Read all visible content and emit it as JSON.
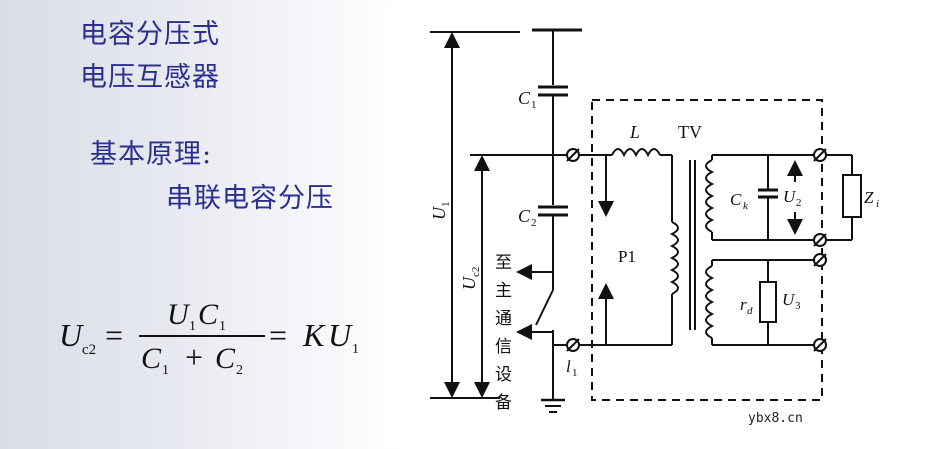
{
  "slide": {
    "title_line1": "电容分压式",
    "title_line2": "电压互感器",
    "principle_label": "基本原理:",
    "principle_text": "串联电容分压"
  },
  "formula": {
    "lhs_main": "U",
    "lhs_sub": "c2",
    "num_u": "U",
    "num_u_sub": "1",
    "num_c": "C",
    "num_c_sub": "1",
    "den_c1": "C",
    "den_c1_sub": "1",
    "den_plus": "+",
    "den_c2": "C",
    "den_c2_sub": "2",
    "rhs_k": "K",
    "rhs_u": "U",
    "rhs_u_sub": "1",
    "equals": "="
  },
  "circuit": {
    "label_c1": "C",
    "label_c1_sub": "1",
    "label_c2": "C",
    "label_c2_sub": "2",
    "label_L": "L",
    "label_TV": "TV",
    "label_P1": "P1",
    "label_ck": "C",
    "label_ck_sub": "k",
    "label_u2": "U",
    "label_u2_sub": "2",
    "label_zi": "Z",
    "label_zi_sub": "i",
    "label_rd": "r",
    "label_rd_sub": "d",
    "label_u3": "U",
    "label_u3_sub": "3",
    "label_u1": "U",
    "label_u1_sub": "1",
    "label_uc2": "U",
    "label_uc2_sub": "c2",
    "label_l1": "l",
    "label_l1_sub": "1",
    "comm_equipment": [
      "至",
      "主",
      "通",
      "信",
      "设",
      "备"
    ]
  },
  "watermark": "ybx8.cn"
}
